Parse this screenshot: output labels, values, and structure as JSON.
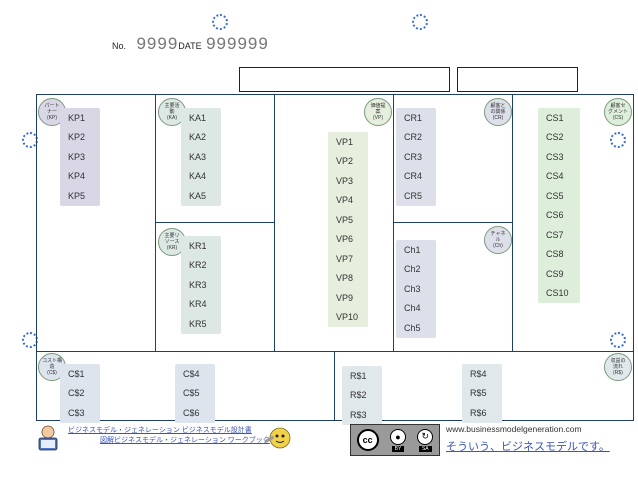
{
  "header": {
    "no_label": "No.",
    "no_value": "9999",
    "date_label": "DATE",
    "date_value": "999999"
  },
  "blocks": {
    "key_partners": {
      "label_lines": [
        "パート",
        "ナー",
        "(KP)"
      ],
      "items": [
        "KP1",
        "KP2",
        "KP3",
        "KP4",
        "KP5"
      ]
    },
    "key_activities": {
      "label_lines": [
        "主要活",
        "動",
        "(KA)"
      ],
      "items": [
        "KA1",
        "KA2",
        "KA3",
        "KA4",
        "KA5"
      ]
    },
    "key_resources": {
      "label_lines": [
        "主要リ",
        "ソース",
        "(KR)"
      ],
      "items": [
        "KR1",
        "KR2",
        "KR3",
        "KR4",
        "KR5"
      ]
    },
    "value_propositions": {
      "label_lines": [
        "価値提",
        "案",
        "(VP)"
      ],
      "items": [
        "VP1",
        "VP2",
        "VP3",
        "VP4",
        "VP5",
        "VP6",
        "VP7",
        "VP8",
        "VP9",
        "VP10"
      ]
    },
    "customer_relationships": {
      "label_lines": [
        "顧客と",
        "の関係",
        "(CR)"
      ],
      "items": [
        "CR1",
        "CR2",
        "CR3",
        "CR4",
        "CR5"
      ]
    },
    "channels": {
      "label_lines": [
        "チャネ",
        "ル",
        "(Ch)"
      ],
      "items": [
        "Ch1",
        "Ch2",
        "Ch3",
        "Ch4",
        "Ch5"
      ]
    },
    "customer_segments": {
      "label_lines": [
        "顧客セ",
        "グメント",
        "(CS)"
      ],
      "items": [
        "CS1",
        "CS2",
        "CS3",
        "CS4",
        "CS5",
        "CS6",
        "CS7",
        "CS8",
        "CS9",
        "CS10"
      ]
    },
    "cost_structure": {
      "label_lines": [
        "コスト構",
        "造",
        "(C$)"
      ],
      "items_a": [
        "C$1",
        "C$2",
        "C$3"
      ],
      "items_b": [
        "C$4",
        "C$5",
        "C$6"
      ]
    },
    "revenue_streams": {
      "label_lines": [
        "収益の",
        "流れ",
        "(R$)"
      ],
      "items_a": [
        "R$1",
        "R$2",
        "R$3"
      ],
      "items_b": [
        "R$4",
        "R$5",
        "R$6"
      ]
    }
  },
  "footer": {
    "link1": "ビジネスモデル・ジェネレーション ビジネスモデル設計書",
    "link2": "図解ビジネスモデル・ジェネレーション ワークブック",
    "url": "www.businessmodelgeneration.com",
    "tagline": "そういう、ビジネスモデルです。",
    "license_by": "BY",
    "license_sa": "SA"
  },
  "colors": {
    "frame": "#1f3f6b",
    "accent_blue": "#3b6fd0",
    "tagline_blue": "#3a55b5"
  }
}
